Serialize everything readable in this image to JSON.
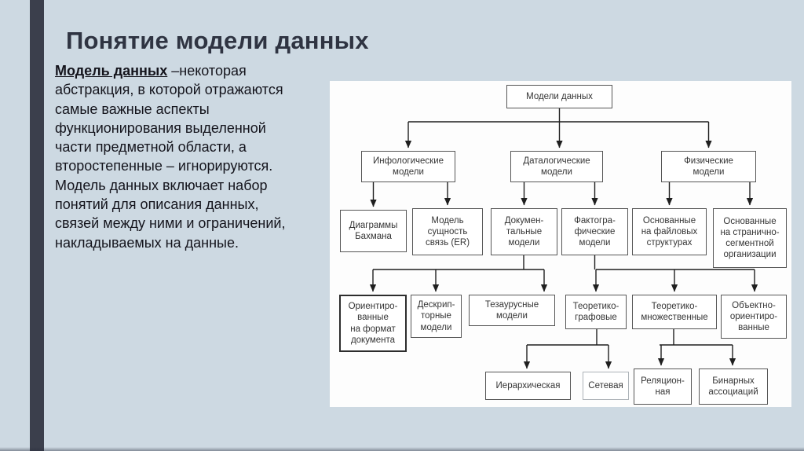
{
  "slide": {
    "title": "Понятие модели данных",
    "body": {
      "lead": "Модель данных",
      "rest": " –некоторая\nабстракция, в которой отражаются\nсамые важные аспекты\nфункционирования выделенной\nчасти предметной области, а\nвторостепенные – игнорируются.\nМодель данных включает набор\nпонятий для описания данных,\nсвязей между ними и ограничений,\nнакладываемых на данные."
    }
  },
  "diagram": {
    "nodes": {
      "root": {
        "text": "Модели данных"
      },
      "infological": {
        "text": "Инфологические\nмодели"
      },
      "datalogical": {
        "text": "Даталогические\nмодели"
      },
      "physical": {
        "text": "Физические\nмодели"
      },
      "bachman": {
        "text": "Диаграммы\nБахмана"
      },
      "er": {
        "text": "Модель\nсущность\nсвязь (ER)"
      },
      "documentary": {
        "text": "Докумен-\nтальные\nмодели"
      },
      "factographic": {
        "text": "Фактогра-\nфические\nмодели"
      },
      "file_based": {
        "text": "Основанные\nна файловых\nструктурах"
      },
      "page_segment": {
        "text": "Основанные\nна странично-\nсегментной\nорганизации"
      },
      "doc_format": {
        "text": "Ориентиро-\nванные\nна формат\nдокумента"
      },
      "descriptor": {
        "text": "Дескрип-\nторные\nмодели"
      },
      "thesaurus": {
        "text": "Тезаурусные\nмодели"
      },
      "theor_graph": {
        "text": "Теоретико-\nграфовые"
      },
      "theor_set": {
        "text": "Теоретико-\nмножественные"
      },
      "object_oriented": {
        "text": "Объектно-\nориентиро-\nванные"
      },
      "hierarchical": {
        "text": "Иерархическая"
      },
      "network": {
        "text": "Сетевая"
      },
      "relational": {
        "text": "Реляцион-\nная"
      },
      "binary": {
        "text": "Бинарных\nассоциаций"
      }
    }
  },
  "colors": {
    "slide_background": "#cdd9e2",
    "accent_bar": "#3b3f4c",
    "title_text": "#2f3442",
    "body_text": "#14141c",
    "panel_background": "#fdfdfd",
    "box_border": "#565656",
    "connector": "#1f1f1f"
  }
}
